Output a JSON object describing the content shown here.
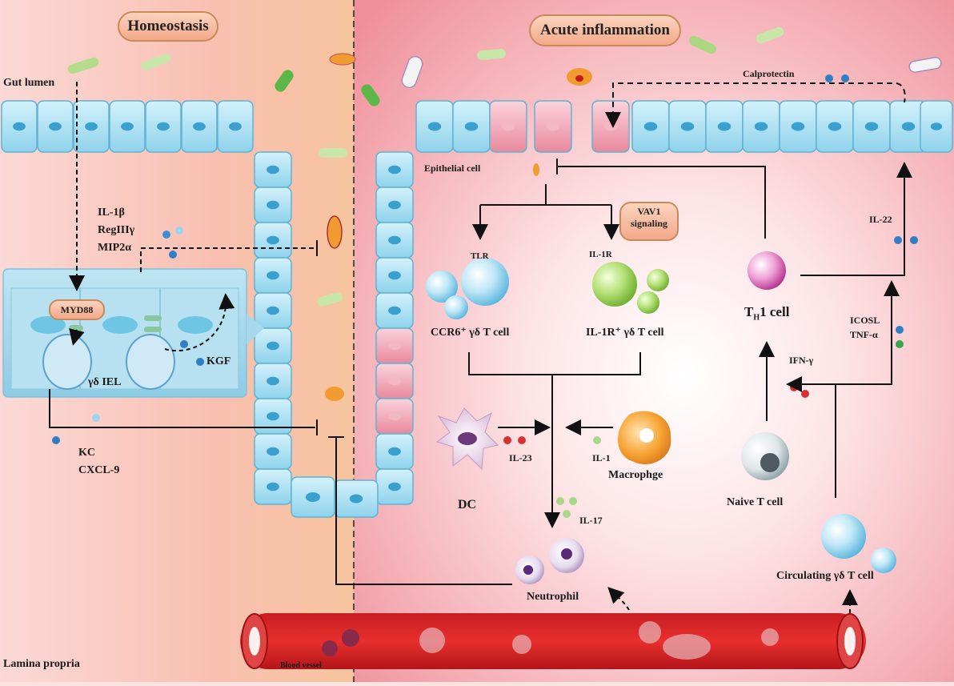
{
  "panels": {
    "left_title": "Homeostasis",
    "right_title": "Acute inflammation"
  },
  "labels": {
    "gut_lumen": "Gut lumen",
    "lamina_propria": "Lamina propria",
    "epithelial_cell": "Epithelial cell",
    "calprotectin": "Calprotectin",
    "blood_vessel": "Blood vessel",
    "il1b": "IL-1β",
    "regiiig": "RegIIIγ",
    "mip2a": "MIP2α",
    "myd88": "MYD88",
    "kgf": "KGF",
    "gd_iel": "γδ IEL",
    "kc": "KC",
    "cxcl9": "CXCL-9",
    "vav1_line1": "VAV1",
    "vav1_line2": "signaling",
    "tlr": "TLR",
    "il1r": "IL-1R",
    "ccr6_cell": "CCR6⁺ γδ T cell",
    "il1r_cell": "IL-1R⁺ γδ T cell",
    "th1_cell_main": "T",
    "th1_cell_sub": "H",
    "th1_cell_rest": "1 cell",
    "il22": "IL-22",
    "icosl": "ICOSL",
    "tnfa": "TNF-α",
    "ifng": "IFN-γ",
    "dc": "DC",
    "il23": "IL-23",
    "il1": "IL-1",
    "macrophage": "Macrophge",
    "il17": "IL-17",
    "naive_t": "Naive T cell",
    "neutrophil": "Neutrophil",
    "circulating": "Circulating γδ T cell"
  }
}
